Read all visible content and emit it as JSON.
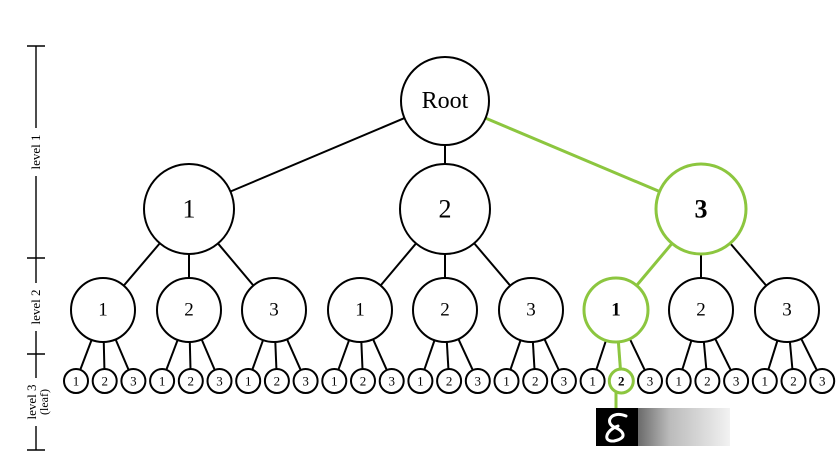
{
  "tree": {
    "root": {
      "label": "Root"
    },
    "level1": [
      "1",
      "2",
      "3"
    ],
    "level2": [
      "1",
      "2",
      "3"
    ],
    "level3": [
      "1",
      "2",
      "3"
    ],
    "highlight_path": [
      3,
      1,
      2
    ],
    "highlight_color": "#8cc63f"
  },
  "axis": {
    "level1_label": "level 1",
    "level2_label": "level 2",
    "level3_label": "level 3",
    "level3_sublabel": "(leaf)"
  },
  "leaf_image": {
    "description_icon": "handwritten-digit-image",
    "bg": "#000000"
  }
}
